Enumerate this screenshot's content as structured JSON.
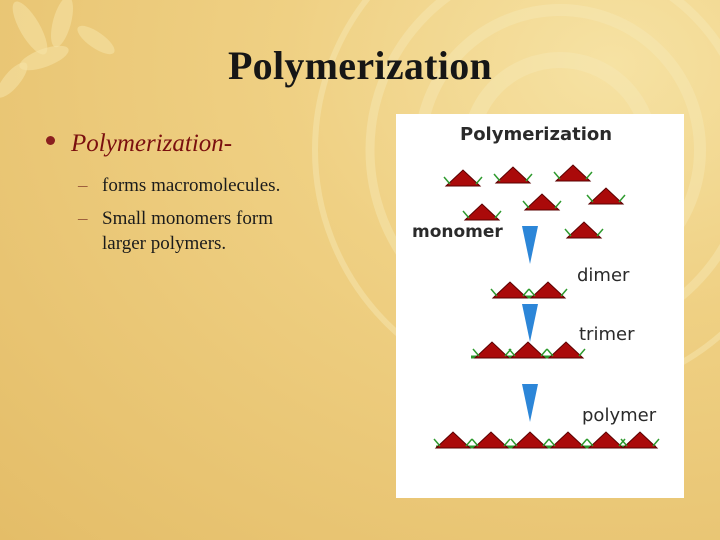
{
  "slide": {
    "title": "Polymerization"
  },
  "bullet": {
    "term": "Polymerization-",
    "subpoints": [
      {
        "line1": "forms macromolecules."
      },
      {
        "line1": "Small monomers form",
        "line2": "larger polymers."
      }
    ]
  },
  "figure": {
    "title": "Polymerization",
    "labels": {
      "monomer": "monomer",
      "dimer": "dimer",
      "trimer": "trimer",
      "polymer": "polymer"
    },
    "colors": {
      "unit_fill": "#aa0a0a",
      "unit_stroke": "#5a0000",
      "bond": "#2e9a2e",
      "arrow": "#2c86d8"
    }
  }
}
